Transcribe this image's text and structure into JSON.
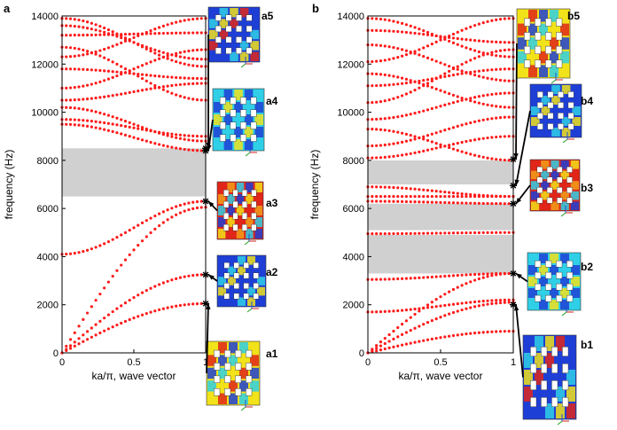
{
  "chart_data": [
    {
      "panel_label": "a",
      "type": "scatter",
      "xlabel": "ka/π, wave vector",
      "ylabel": "frequency (Hz)",
      "xlim": [
        0,
        1
      ],
      "ylim": [
        0,
        14000
      ],
      "x_ticks": [
        "0",
        "0.5",
        "1"
      ],
      "y_ticks": [
        "0",
        "2000",
        "4000",
        "6000",
        "8000",
        "10000",
        "12000",
        "14000"
      ],
      "band_gaps": [
        [
          6500,
          8500
        ]
      ],
      "marker_color": "#ff1a1a",
      "gap_color": "#d0d0d0",
      "branches": [
        {
          "x": [
            0,
            1
          ],
          "y": [
            0,
            2050
          ]
        },
        {
          "x": [
            0,
            1
          ],
          "y": [
            0,
            3250
          ]
        },
        {
          "x": [
            0,
            1
          ],
          "y": [
            0,
            6050
          ]
        },
        {
          "x": [
            0,
            1
          ],
          "y": [
            4100,
            6300
          ]
        },
        {
          "x": [
            0,
            1
          ],
          "y": [
            9500,
            8400
          ]
        },
        {
          "x": [
            0,
            1
          ],
          "y": [
            9700,
            9000
          ]
        },
        {
          "x": [
            0,
            1
          ],
          "y": [
            10200,
            8800
          ]
        },
        {
          "x": [
            0,
            1
          ],
          "y": [
            10500,
            11200
          ]
        },
        {
          "x": [
            0,
            1
          ],
          "y": [
            11000,
            12600
          ]
        },
        {
          "x": [
            0,
            1
          ],
          "y": [
            11800,
            11400
          ]
        },
        {
          "x": [
            0,
            1
          ],
          "y": [
            12300,
            13900
          ]
        },
        {
          "x": [
            0,
            1
          ],
          "y": [
            12700,
            10500
          ]
        },
        {
          "x": [
            0,
            1
          ],
          "y": [
            13200,
            13300
          ]
        },
        {
          "x": [
            0,
            1
          ],
          "y": [
            13600,
            12200
          ]
        },
        {
          "x": [
            0,
            1
          ],
          "y": [
            13900,
            11900
          ]
        }
      ],
      "marked_points": [
        {
          "label": "a1",
          "x": 1,
          "y": 2050
        },
        {
          "label": "a2",
          "x": 1,
          "y": 3250
        },
        {
          "label": "a3",
          "x": 1,
          "y": 6300
        },
        {
          "label": "a4",
          "x": 1,
          "y": 8400
        },
        {
          "label": "a5",
          "x": 1,
          "y": 8500
        }
      ],
      "mode_labels": [
        "a1",
        "a2",
        "a3",
        "a4",
        "a5"
      ]
    },
    {
      "panel_label": "b",
      "type": "scatter",
      "xlabel": "ka/π, wave vector",
      "ylabel": "frequency (Hz)",
      "xlim": [
        0,
        1
      ],
      "ylim": [
        0,
        14000
      ],
      "x_ticks": [
        "0",
        "0.5",
        "1"
      ],
      "y_ticks": [
        "0",
        "2000",
        "4000",
        "6000",
        "8000",
        "10000",
        "12000",
        "14000"
      ],
      "band_gaps": [
        [
          3300,
          4900
        ],
        [
          5100,
          6200
        ],
        [
          7000,
          8000
        ]
      ],
      "marker_color": "#ff1a1a",
      "gap_color": "#d0d0d0",
      "branches": [
        {
          "x": [
            0,
            1
          ],
          "y": [
            0,
            900
          ]
        },
        {
          "x": [
            0,
            1
          ],
          "y": [
            0,
            2100
          ]
        },
        {
          "x": [
            0,
            1
          ],
          "y": [
            0,
            3300
          ]
        },
        {
          "x": [
            0,
            1
          ],
          "y": [
            1700,
            2200
          ]
        },
        {
          "x": [
            0,
            1
          ],
          "y": [
            3050,
            3300
          ]
        },
        {
          "x": [
            0,
            1
          ],
          "y": [
            4950,
            5000
          ]
        },
        {
          "x": [
            0,
            1
          ],
          "y": [
            6300,
            6200
          ]
        },
        {
          "x": [
            0,
            1
          ],
          "y": [
            6500,
            6500
          ]
        },
        {
          "x": [
            0,
            1
          ],
          "y": [
            6900,
            6500
          ]
        },
        {
          "x": [
            0,
            1
          ],
          "y": [
            8100,
            9000
          ]
        },
        {
          "x": [
            0,
            1
          ],
          "y": [
            8600,
            9800
          ]
        },
        {
          "x": [
            0,
            1
          ],
          "y": [
            9300,
            8000
          ]
        },
        {
          "x": [
            0,
            1
          ],
          "y": [
            9700,
            10800
          ]
        },
        {
          "x": [
            0,
            1
          ],
          "y": [
            10400,
            12600
          ]
        },
        {
          "x": [
            0,
            1
          ],
          "y": [
            11100,
            11800
          ]
        },
        {
          "x": [
            0,
            1
          ],
          "y": [
            11600,
            10200
          ]
        },
        {
          "x": [
            0,
            1
          ],
          "y": [
            12100,
            13900
          ]
        },
        {
          "x": [
            0,
            1
          ],
          "y": [
            12800,
            11300
          ]
        },
        {
          "x": [
            0,
            1
          ],
          "y": [
            13400,
            12900
          ]
        },
        {
          "x": [
            0,
            1
          ],
          "y": [
            13900,
            12300
          ]
        }
      ],
      "marked_points": [
        {
          "label": "b1",
          "x": 1,
          "y": 2000
        },
        {
          "label": "b2",
          "x": 1,
          "y": 3300
        },
        {
          "label": "b3",
          "x": 1,
          "y": 6200
        },
        {
          "label": "b4",
          "x": 1,
          "y": 6950
        },
        {
          "label": "b5",
          "x": 1,
          "y": 8050
        }
      ],
      "mode_labels": [
        "b1",
        "b2",
        "b3",
        "b4",
        "b5"
      ]
    }
  ],
  "colors": {
    "marker": "#ff1a1a",
    "gap": "#d0d0d0",
    "axis": "#000000",
    "lattice_blue": "#1f3fd6",
    "lattice_cyan": "#2fd0e6",
    "lattice_yellow": "#f2e21a",
    "lattice_red": "#e0261a"
  },
  "icons": [
    "unit-cell-mode-shape-icon",
    "axis-triad-icon",
    "mode-marker-star-icon"
  ]
}
